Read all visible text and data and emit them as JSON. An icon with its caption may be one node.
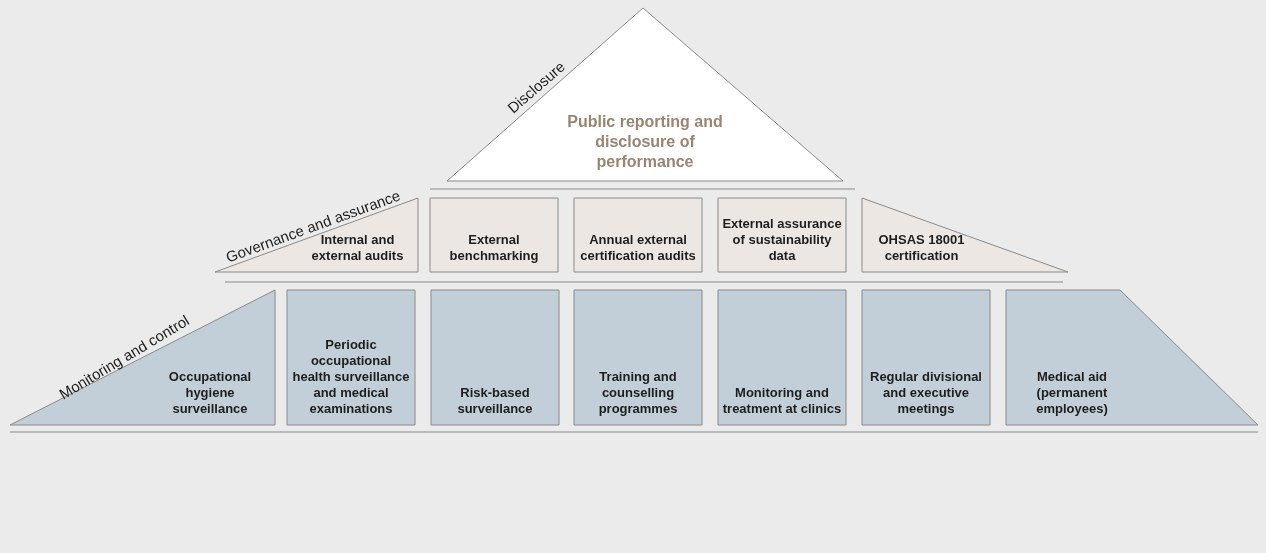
{
  "diagram": {
    "nodes": [
      {
        "text": [
          "Public reporting and disclosure of performance"
        ]
      },
      {
        "text": [
          "Internal and external audits"
        ]
      },
      {
        "text": [
          "External benchmarking"
        ]
      },
      {
        "text": [
          "Annual external certification audits"
        ]
      },
      {
        "text": [
          "External assurance of sustainability data"
        ]
      },
      {
        "text": [
          "OHSAS 18001 certification"
        ]
      },
      {
        "text": [
          "Occupational hygiene surveillance"
        ]
      },
      {
        "text": [
          "Periodic occupational health surveillance and medical examinations"
        ]
      },
      {
        "text": [
          "Risk-based surveillance"
        ]
      },
      {
        "text": [
          "Training and counselling programmes"
        ]
      },
      {
        "text": [
          "Monitoring and treatment at clinics"
        ]
      },
      {
        "text": [
          "Regular divisional and executive meetings"
        ]
      },
      {
        "text": [
          "Medical aid (permanent employees)"
        ]
      }
    ],
    "labels": [
      "Disclosure",
      "Governance and assurance",
      "Monitoring and control"
    ]
  }
}
